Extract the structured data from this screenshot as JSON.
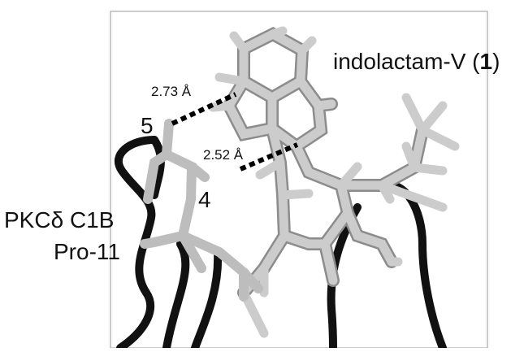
{
  "molecule_label": {
    "name": "indolactam-V (",
    "number": "1",
    "close": ")"
  },
  "distances": {
    "first": "2.73 Å",
    "second": "2.52 Å"
  },
  "atom_labels": {
    "five": "5",
    "four": "4"
  },
  "protein_label": {
    "line1": "PKCδ C1B",
    "line2": "Pro-11"
  },
  "colors": {
    "ligand_stick": "#c8c8c8",
    "ligand_stick_shadow": "#8a8a8a",
    "proline_stick": "#bdbdbd",
    "backbone_ribbon": "#111111",
    "hbond_dash": "#000000",
    "frame": "#999999"
  }
}
